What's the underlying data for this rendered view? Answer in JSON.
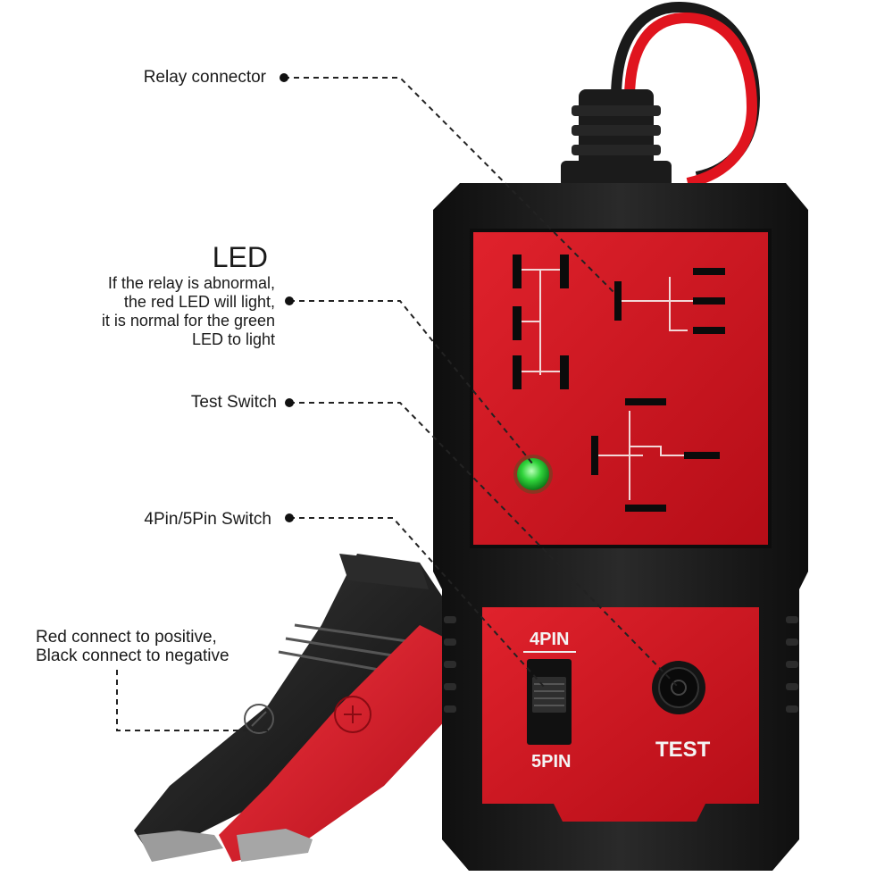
{
  "callouts": {
    "relay_connector": "Relay connector",
    "led_title": "LED",
    "led_description": "If the relay is abnormal,\nthe red LED will light,\nit is normal for the green\nLED to light",
    "test_switch": "Test Switch",
    "pin_switch": "4Pin/5Pin Switch",
    "clamp_note": "Red connect to positive,\nBlack connect to negative"
  },
  "device_labels": {
    "pin4": "4PIN",
    "pin5": "5PIN",
    "test": "TEST"
  },
  "led_state": "green",
  "colors": {
    "body_red": "#d6141f",
    "shell_black": "#1b1b1b",
    "led_green": "#2fd33a",
    "clamp_red": "#e21c2a",
    "wire_red": "#e0141e"
  }
}
